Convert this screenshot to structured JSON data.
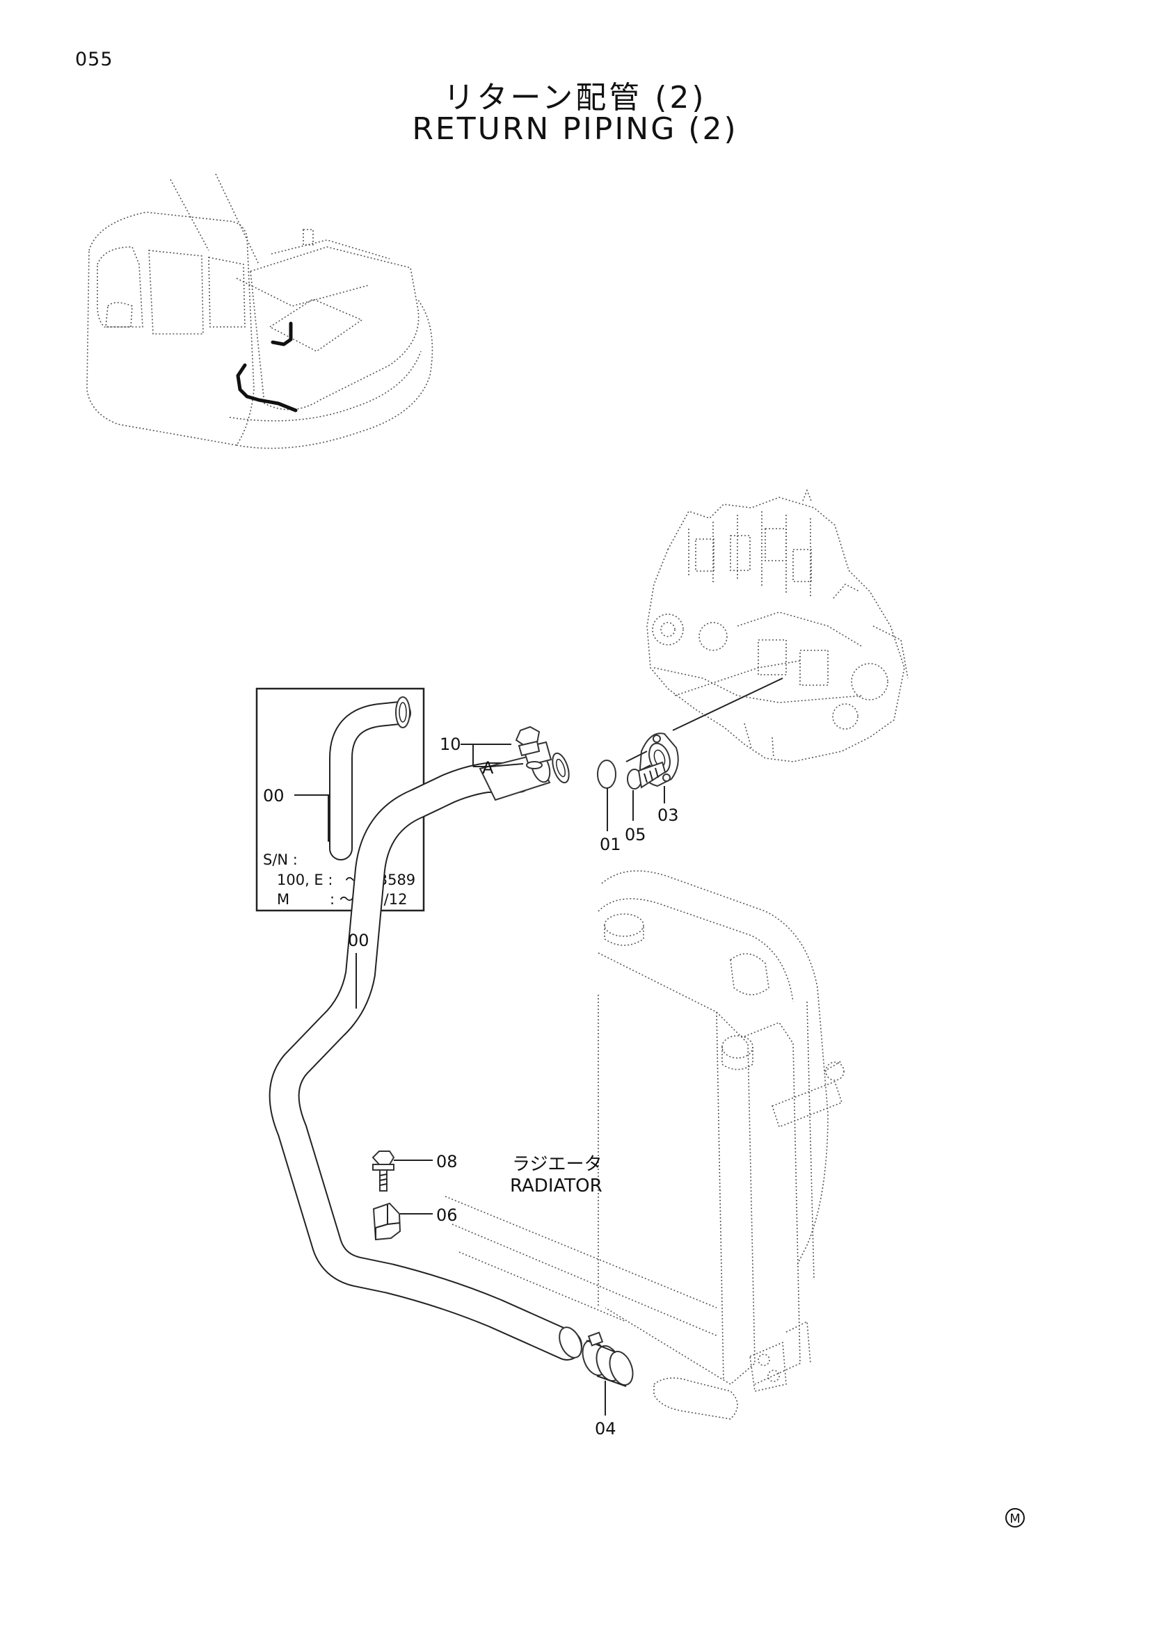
{
  "page_number": "055",
  "title_jp": "リターン配管 (2)",
  "title_en": "RETURN PIPING (2)",
  "inset": {
    "part_label": "00",
    "sn_label": "S/N :",
    "sn_rows": [
      {
        "model": "100, E :",
        "range": "～003589"
      },
      {
        "model": "M",
        "range": ":  ～D99/12"
      }
    ]
  },
  "callouts": {
    "p00": "00",
    "p01": "01",
    "p03": "03",
    "p04": "04",
    "p05": "05",
    "p06": "06",
    "p08": "08",
    "p10": "10",
    "group_a": "A"
  },
  "radiator_label_jp": "ラジエータ",
  "radiator_label_en": "RADIATOR",
  "mark": "M"
}
